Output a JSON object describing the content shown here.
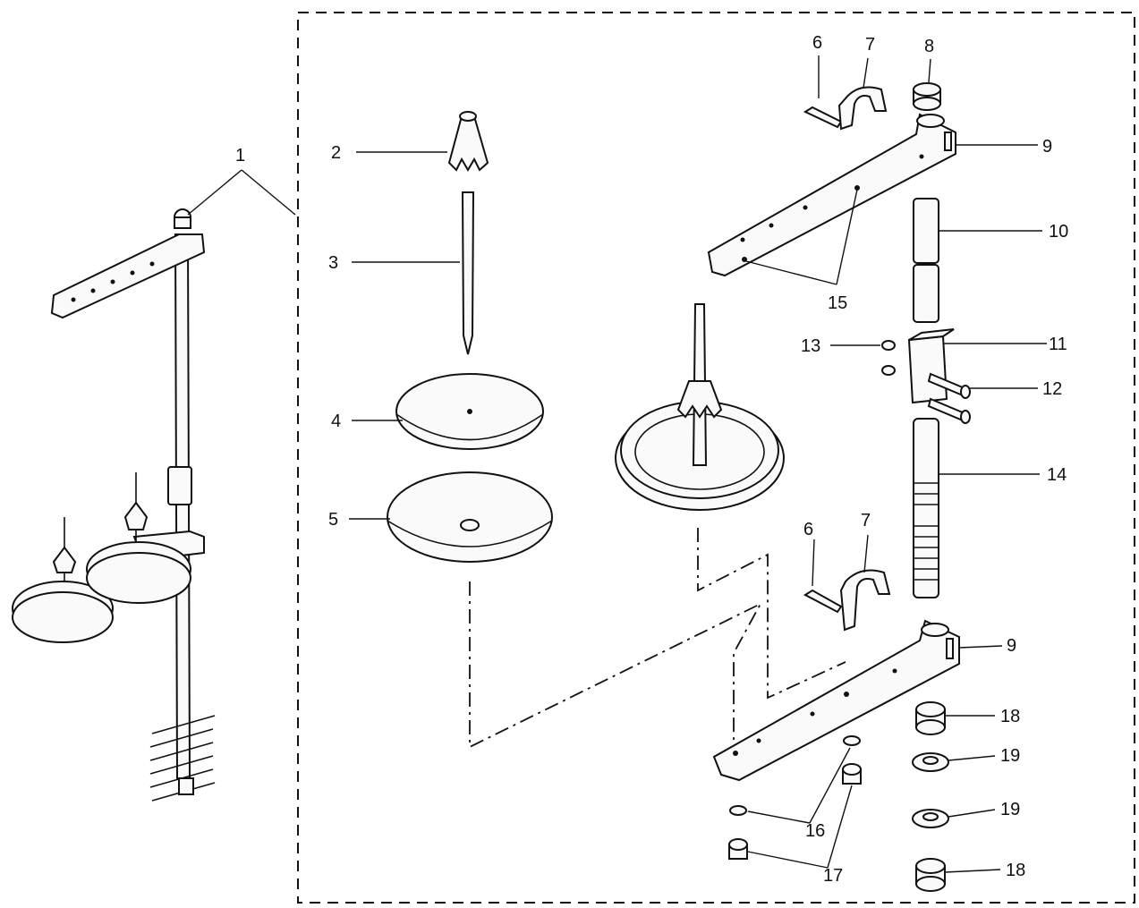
{
  "labels": {
    "p1": "1",
    "p2": "2",
    "p3": "3",
    "p4": "4",
    "p5": "5",
    "p6a": "6",
    "p7a": "7",
    "p8": "8",
    "p9a": "9",
    "p10": "10",
    "p11": "11",
    "p12": "12",
    "p13": "13",
    "p14": "14",
    "p15": "15",
    "p6b": "6",
    "p7b": "7",
    "p9b": "9",
    "p16": "16",
    "p17": "17",
    "p18a": "18",
    "p19a": "19",
    "p19b": "19",
    "p18b": "18"
  }
}
